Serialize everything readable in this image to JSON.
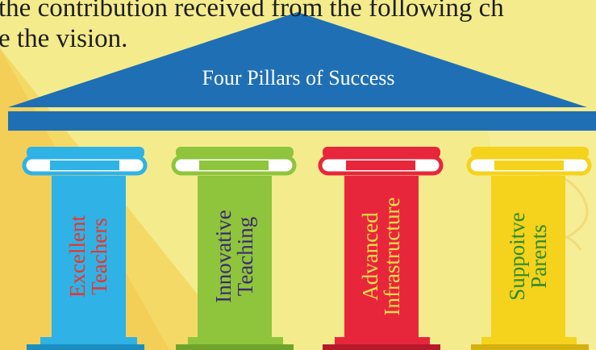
{
  "header": {
    "line1": "the contribution received from the following ch",
    "line2": "e the vision."
  },
  "roof": {
    "title": "Four Pillars of Success",
    "color": "#1f6fb5"
  },
  "pillars": [
    {
      "line1": "Excellent",
      "line2": "Teachers",
      "color": "#2fb2e6",
      "text_color": "#e8362c"
    },
    {
      "line1": "Innovative",
      "line2": "Teaching",
      "color": "#8fc43d",
      "text_color": "#3a2a6e"
    },
    {
      "line1": "Advanced",
      "line2": "Infrastructure",
      "color": "#e8263b",
      "text_color": "#f1e04a"
    },
    {
      "line1": "Suppoitve",
      "line2": "Parents",
      "color": "#f5d21c",
      "text_color": "#2e8c2a"
    }
  ]
}
